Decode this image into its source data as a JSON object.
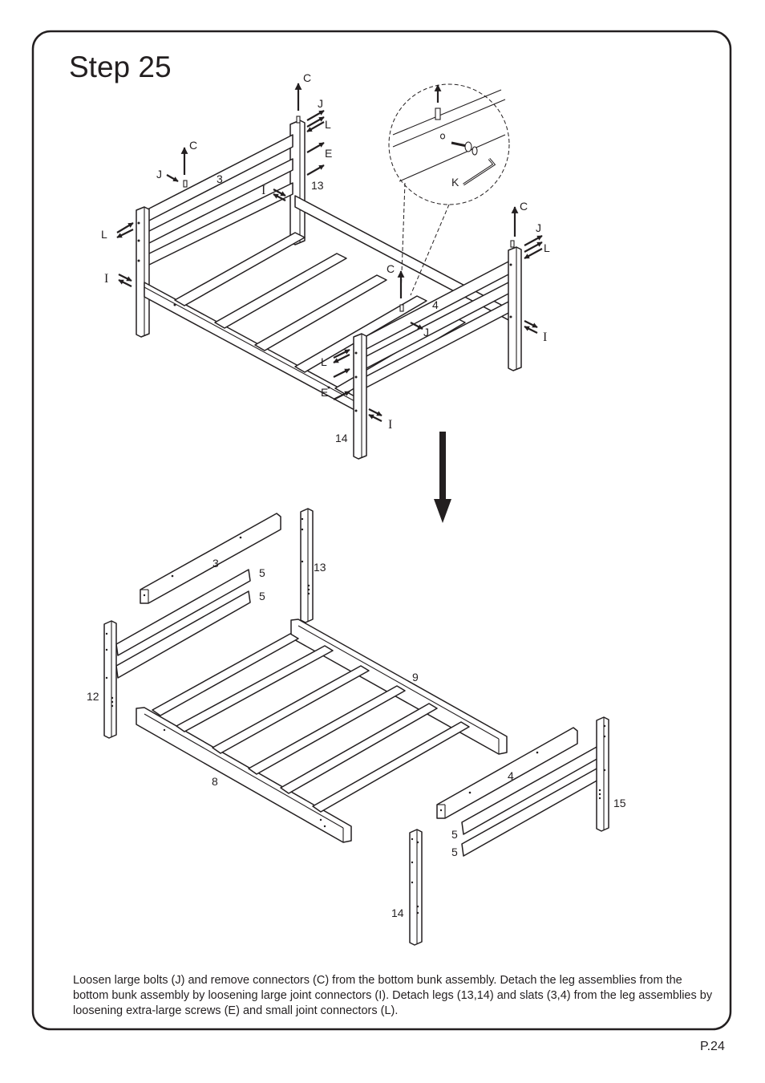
{
  "header": {
    "title": "Step  25"
  },
  "labels": {
    "C": "C",
    "J": "J",
    "L": "L",
    "E": "E",
    "I": "I",
    "K": "K",
    "p3": "3",
    "p4": "4",
    "p5": "5",
    "p8": "8",
    "p9": "9",
    "p12": "12",
    "p13": "13",
    "p14": "14",
    "p15": "15"
  },
  "instructions": "Loosen large bolts (J) and remove connectors (C) from the bottom bunk assembly. Detach the leg assemblies from the bottom bunk assembly by loosening large joint connectors (I). Detach legs (13,14) and slats (3,4) from the leg assemblies by loosening extra-large screws (E) and small joint connectors (L).",
  "footer": {
    "page": "P.24"
  }
}
